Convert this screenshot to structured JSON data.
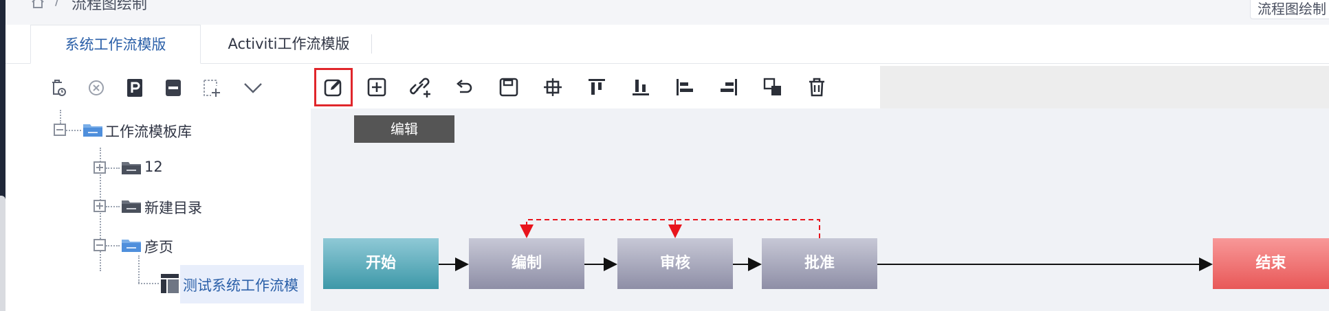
{
  "breadcrumb": {
    "separator": "/",
    "current": "流程图绘制"
  },
  "top_input": {
    "value": "流程图绘制"
  },
  "tabs": [
    {
      "label": "系统工作流模版"
    },
    {
      "label": "Activiti工作流模版"
    }
  ],
  "left_toolbar": {
    "icons": [
      "delete-history-icon",
      "close-circle-icon",
      "publish-p-icon",
      "save-icon",
      "add-node-icon",
      "chevron-down-icon"
    ]
  },
  "tree": {
    "root": {
      "label": "工作流模板库"
    },
    "items": [
      {
        "label": "12"
      },
      {
        "label": "新建目录"
      },
      {
        "label": "彦页"
      },
      {
        "label": "测试系统工作流模"
      }
    ]
  },
  "graph_toolbar": {
    "icons": [
      "edit-icon",
      "add-box-icon",
      "link-add-icon",
      "undo-icon",
      "save-icon",
      "fit-center-icon",
      "align-top-icon",
      "align-bottom-icon",
      "align-left-icon",
      "align-right-icon",
      "resize-icon",
      "trash-icon"
    ],
    "tooltip": "编辑"
  },
  "flow": {
    "nodes": [
      {
        "label": "开始"
      },
      {
        "label": "编制"
      },
      {
        "label": "审核"
      },
      {
        "label": "批准"
      },
      {
        "label": "结束"
      }
    ]
  },
  "colors": {
    "accent": "#2a5fa8",
    "highlight": "#e0262b",
    "start": "#3d98a8",
    "task": "#8e8ea6",
    "end": "#e85858"
  }
}
